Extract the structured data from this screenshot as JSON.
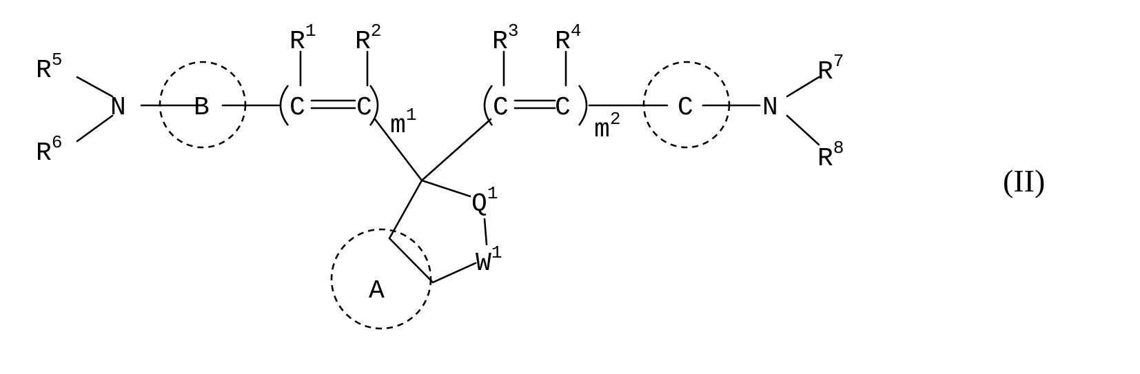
{
  "formula_label": "(II)",
  "atoms": {
    "n_left": "N",
    "n_right": "N",
    "c1": "C",
    "c2": "C",
    "c3": "C",
    "c4": "C",
    "q": "Q",
    "w": "W"
  },
  "rings": {
    "a": "A",
    "b": "B",
    "c": "C"
  },
  "substituents": {
    "r1": {
      "base": "R",
      "sup": "1"
    },
    "r2": {
      "base": "R",
      "sup": "2"
    },
    "r3": {
      "base": "R",
      "sup": "3"
    },
    "r4": {
      "base": "R",
      "sup": "4"
    },
    "r5": {
      "base": "R",
      "sup": "5"
    },
    "r6": {
      "base": "R",
      "sup": "6"
    },
    "r7": {
      "base": "R",
      "sup": "7"
    },
    "r8": {
      "base": "R",
      "sup": "8"
    }
  },
  "subscripts": {
    "m1": {
      "base": "m",
      "sup": "1"
    },
    "m2": {
      "base": "m",
      "sup": "2"
    },
    "q1": "1",
    "w1": "1"
  }
}
